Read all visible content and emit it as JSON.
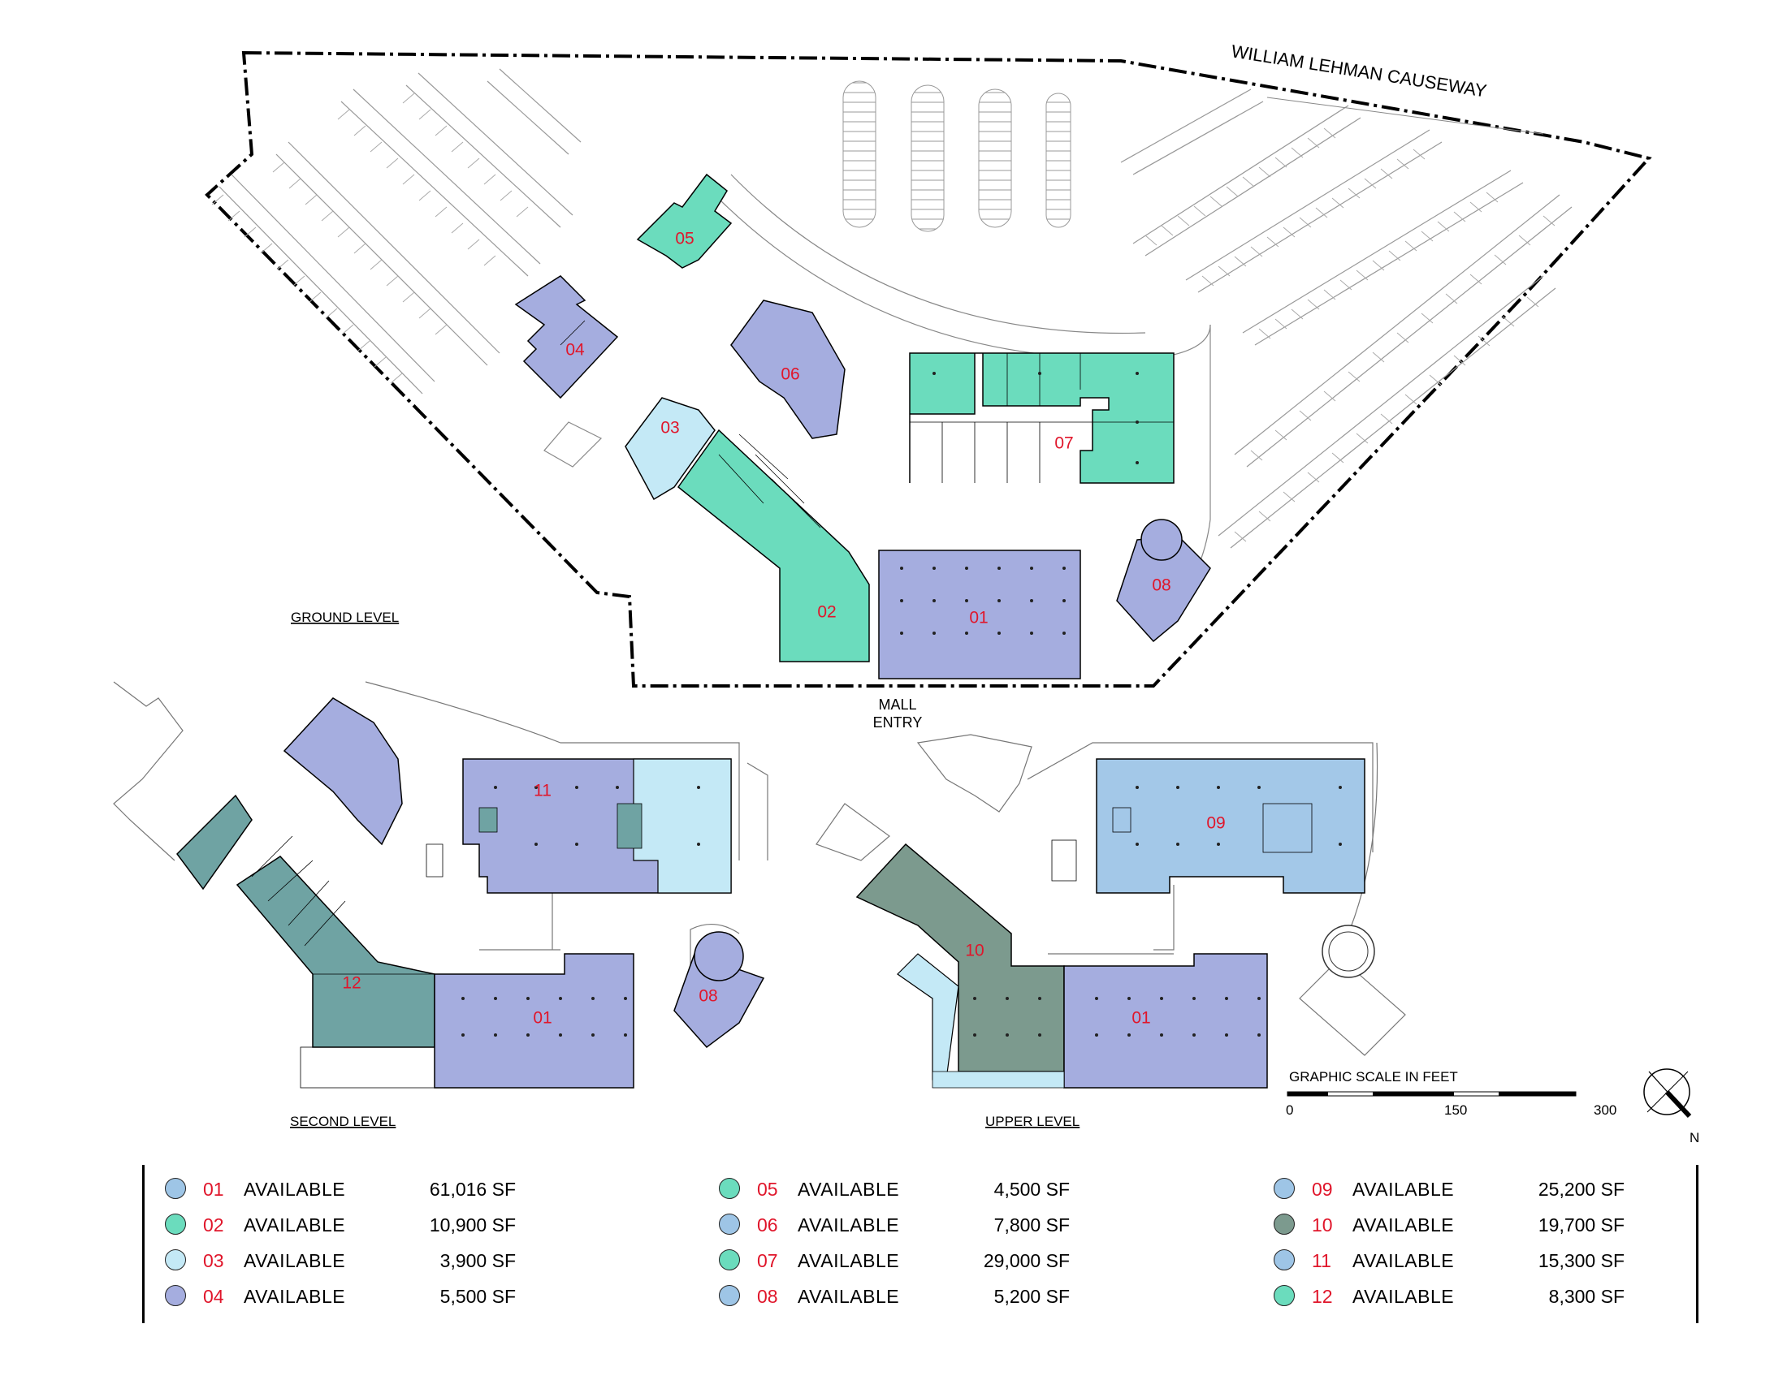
{
  "street_name": "WILLIAM LEHMAN CAUSEWAY",
  "levels": {
    "ground": "GROUND LEVEL",
    "second": "SECOND LEVEL",
    "upper": "UPPER LEVEL"
  },
  "mall_entry": [
    "MALL",
    "ENTRY"
  ],
  "scale": {
    "title": "GRAPHIC SCALE IN FEET",
    "ticks": [
      "0",
      "150",
      "300"
    ]
  },
  "north_label": "N",
  "colors": {
    "purple": "#a5addf",
    "green": "#6bdcbd",
    "light_blue": "#c4e9f6",
    "blue": "#a3c8e8",
    "teal": "#6fa3a3",
    "gray_green": "#7c9a8e"
  },
  "map_units": {
    "ground": [
      "05",
      "04",
      "06",
      "03",
      "07",
      "02",
      "01",
      "08"
    ],
    "second": [
      "11",
      "12",
      "01",
      "08"
    ],
    "upper": [
      "09",
      "10",
      "01"
    ]
  },
  "legend": [
    [
      {
        "num": "01",
        "status": "AVAILABLE",
        "area": "61,016 SF",
        "color": "#9ec5e6"
      },
      {
        "num": "02",
        "status": "AVAILABLE",
        "area": "10,900 SF",
        "color": "#6bdcbd"
      },
      {
        "num": "03",
        "status": "AVAILABLE",
        "area": "3,900 SF",
        "color": "#c4e9f6"
      },
      {
        "num": "04",
        "status": "AVAILABLE",
        "area": "5,500 SF",
        "color": "#a5addf"
      }
    ],
    [
      {
        "num": "05",
        "status": "AVAILABLE",
        "area": "4,500 SF",
        "color": "#6bdcbd"
      },
      {
        "num": "06",
        "status": "AVAILABLE",
        "area": "7,800 SF",
        "color": "#9ec5e6"
      },
      {
        "num": "07",
        "status": "AVAILABLE",
        "area": "29,000 SF",
        "color": "#6bdcbd"
      },
      {
        "num": "08",
        "status": "AVAILABLE",
        "area": "5,200 SF",
        "color": "#9ec5e6"
      }
    ],
    [
      {
        "num": "09",
        "status": "AVAILABLE",
        "area": "25,200 SF",
        "color": "#9ec5e6"
      },
      {
        "num": "10",
        "status": "AVAILABLE",
        "area": "19,700 SF",
        "color": "#7c9a8e"
      },
      {
        "num": "11",
        "status": "AVAILABLE",
        "area": "15,300 SF",
        "color": "#9ec5e6"
      },
      {
        "num": "12",
        "status": "AVAILABLE",
        "area": "8,300 SF",
        "color": "#6bdcbd"
      }
    ]
  ]
}
